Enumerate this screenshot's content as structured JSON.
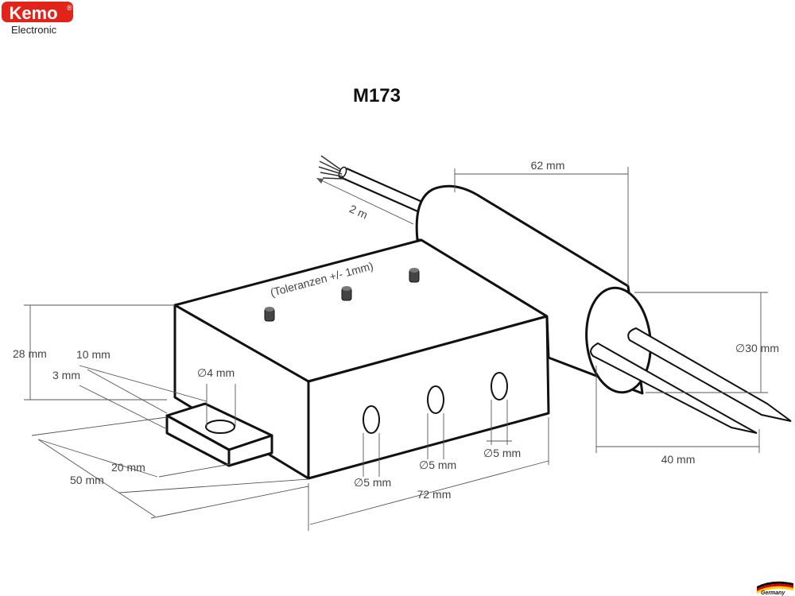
{
  "brand": {
    "name": "Kemo",
    "registered_mark": "®",
    "subtitle": "Electronic",
    "badge_color": "#e2231a"
  },
  "title": "M173",
  "tolerance_note": "(Toleranzen +/- 1mm)",
  "dimensions": {
    "cable_length": "2 m",
    "probe_length": "62 mm",
    "probe_diameter": "∅30 mm",
    "probe_spacing": "40 mm",
    "height": "28 mm",
    "tab_width": "10 mm",
    "tab_thickness": "3 mm",
    "hole_diameter": "∅4 mm",
    "tab_depth": "20 mm",
    "depth": "50 mm",
    "length": "72 mm",
    "hole_a": "∅5 mm",
    "hole_b": "∅5 mm",
    "hole_c": "∅5 mm"
  },
  "footer": {
    "made_in": "Germany",
    "flag_colors": [
      "#000000",
      "#dd0000",
      "#ffce00"
    ]
  }
}
